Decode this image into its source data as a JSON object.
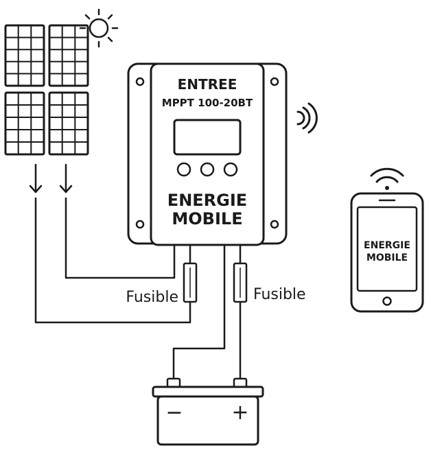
{
  "controller": {
    "title": "ENTREE",
    "model": "MPPT 100-20BT",
    "brand_line1": "ENERGIE",
    "brand_line2": "MOBILE"
  },
  "phone": {
    "brand_line1": "ENERGIE",
    "brand_line2": "MOBILE"
  },
  "fuses": {
    "left_label": "Fusible",
    "right_label": "Fusible"
  },
  "battery": {
    "minus": "−",
    "plus": "+"
  },
  "icons": {
    "sun": "sun-icon",
    "wireless": "wifi-icon",
    "arrows": "arrow-down-icon"
  },
  "colors": {
    "stroke": "#1a1a1a",
    "background": "#ffffff"
  }
}
